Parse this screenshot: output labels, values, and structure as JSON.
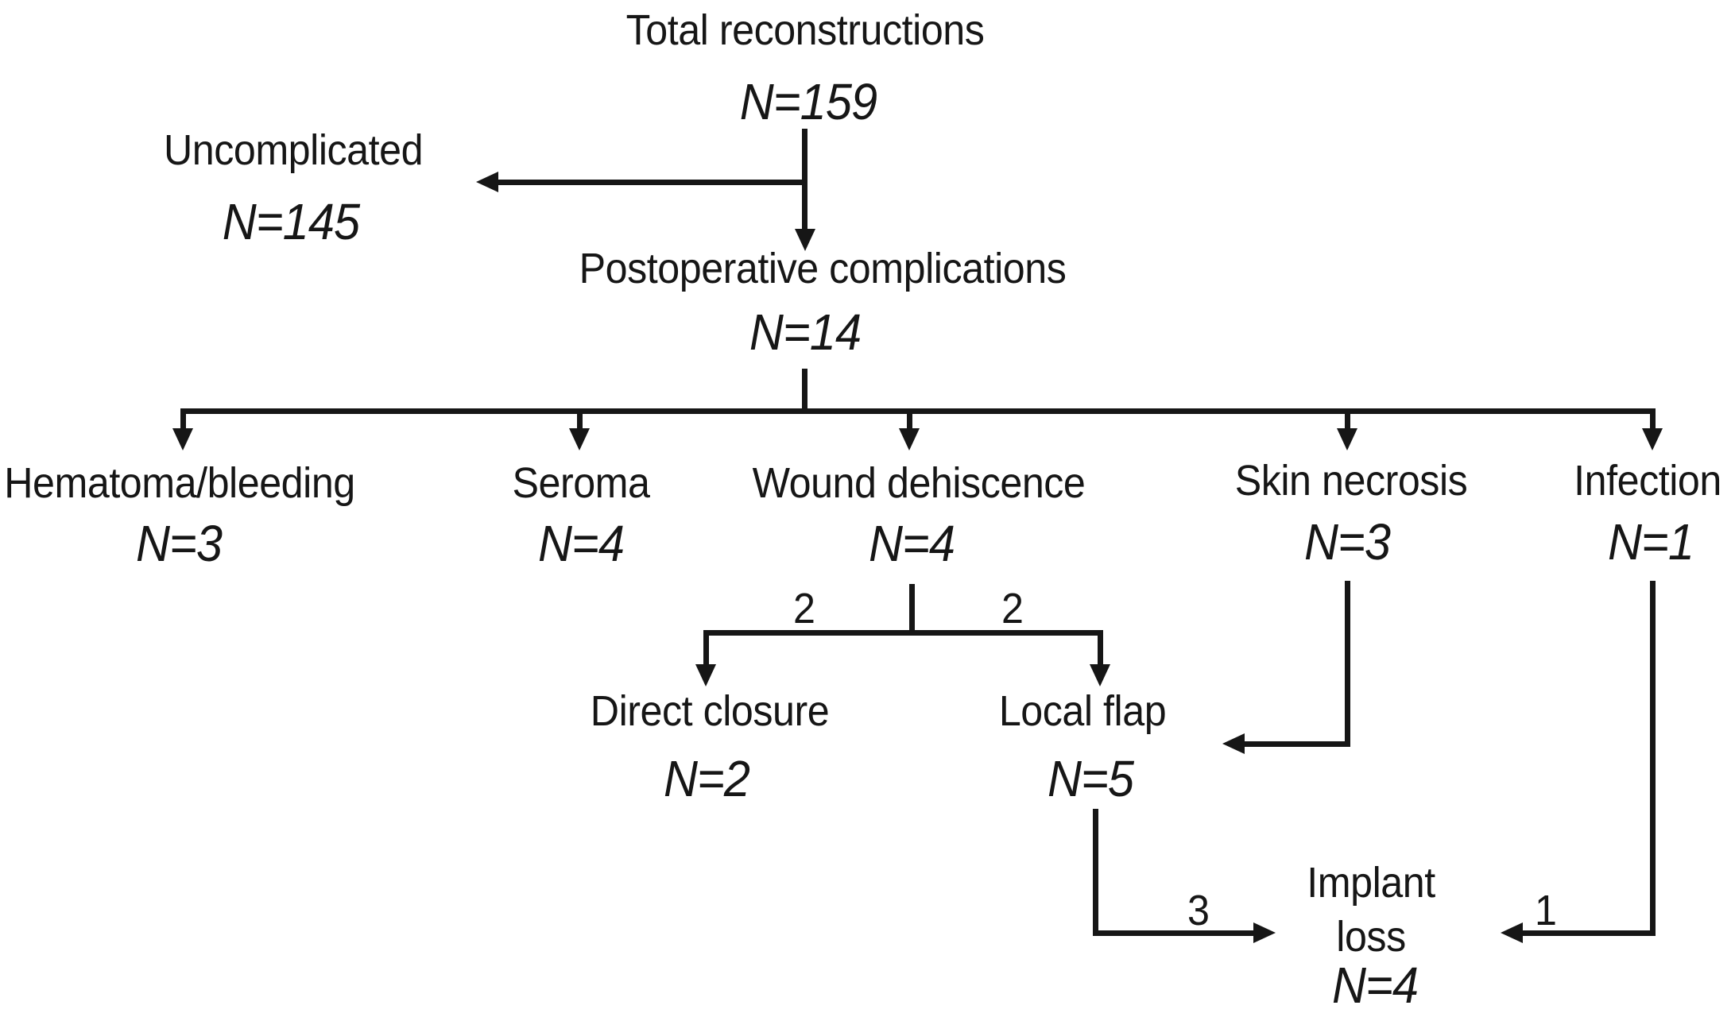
{
  "figure": {
    "type": "patient-flow-diagram",
    "background_color": "#ffffff",
    "ink_color": "#161616"
  },
  "nodes": {
    "total": {
      "label": "Total reconstructions",
      "n": "N=159"
    },
    "uncomplicated": {
      "label": "Uncomplicated",
      "n": "N=145"
    },
    "postop": {
      "label": "Postoperative complications",
      "n": "N=14"
    },
    "hematoma": {
      "label": "Hematoma/bleeding",
      "n": "N=3"
    },
    "seroma": {
      "label": "Seroma",
      "n": "N=4"
    },
    "wound": {
      "label": "Wound dehiscence",
      "n": "N=4"
    },
    "skin": {
      "label": "Skin necrosis",
      "n": "N=3"
    },
    "infection": {
      "label": "Infection",
      "n": "N=1"
    },
    "direct_closure": {
      "label": "Direct closure",
      "n": "N=2"
    },
    "local_flap": {
      "label": "Local flap",
      "n": "N=5"
    },
    "implant_loss": {
      "label_line1": "Implant",
      "label_line2": "loss",
      "n": "N=4"
    }
  },
  "edge_labels": {
    "wound_to_direct_closure": "2",
    "wound_to_local_flap": "2",
    "local_flap_to_implant_loss": "3",
    "infection_to_implant_loss": "1"
  }
}
